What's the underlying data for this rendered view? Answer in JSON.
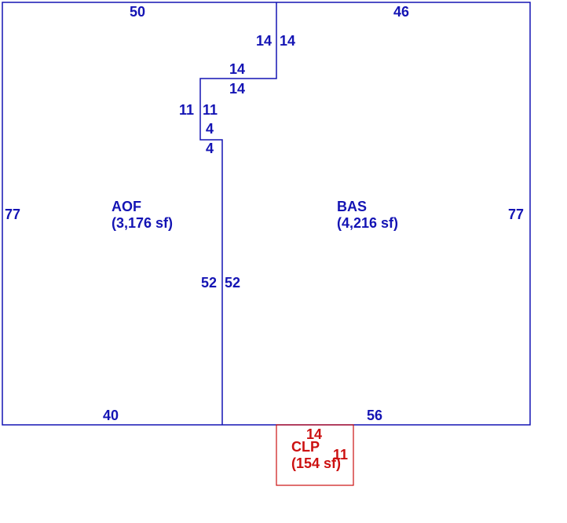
{
  "areas": [
    {
      "code": "AOF",
      "area": "(3,176 sf)"
    },
    {
      "code": "BAS",
      "area": "(4,216 sf)"
    },
    {
      "code": "CLP",
      "area": "(154 sf)"
    }
  ],
  "dimensions": {
    "aof_top": "50",
    "aof_left": "77",
    "aof_bottom": "40",
    "aof_step1_vertical": "14",
    "aof_step1_horizontal": "14",
    "aof_step2_vertical": "11",
    "aof_step2_horizontal": "4",
    "aof_step3_vertical": "52",
    "bas_top": "46",
    "bas_right": "77",
    "bas_bottom": "56",
    "bas_step1_vertical": "14",
    "bas_step1_horizontal": "14",
    "bas_step2_vertical": "11",
    "bas_step2_horizontal": "4",
    "bas_step3_vertical": "52",
    "clp_top": "14",
    "clp_right": "11"
  },
  "colors": {
    "main_structure": "#1414b4",
    "porch": "#cc1111"
  }
}
